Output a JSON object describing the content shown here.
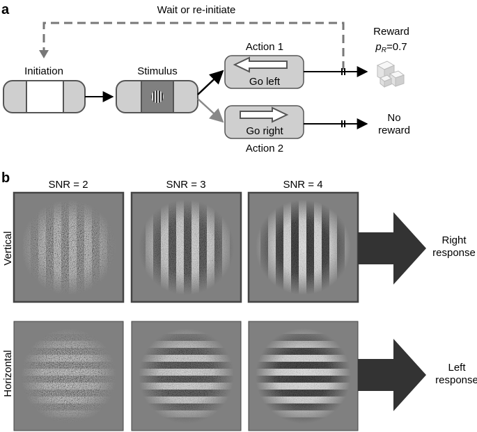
{
  "panel_a": {
    "label": "a",
    "loop_label": "Wait or re-initiate",
    "initiation_label": "Initiation",
    "stimulus_label": "Stimulus",
    "action1_label": "Action 1",
    "action1_button": "Go left",
    "action2_label": "Action 2",
    "action2_button": "Go right",
    "reward_title": "Reward",
    "reward_prob_symbol": "p",
    "reward_prob_subscript": "R",
    "reward_prob_value": "=0.7",
    "no_reward_line1": "No",
    "no_reward_line2": "reward"
  },
  "panel_b": {
    "label": "b",
    "snr_labels": [
      "SNR = 2",
      "SNR = 3",
      "SNR = 4"
    ],
    "row_vertical": "Vertical",
    "row_horizontal": "Horizontal",
    "right_response_line1": "Right",
    "right_response_line2": "response",
    "left_response_line1": "Left",
    "left_response_line2": "response"
  },
  "colors": {
    "box_fill": "#cfcfcf",
    "box_stroke": "#555555",
    "patch_background": "#808080",
    "arrow_dark": "#333333",
    "dashed_line": "#777777"
  }
}
